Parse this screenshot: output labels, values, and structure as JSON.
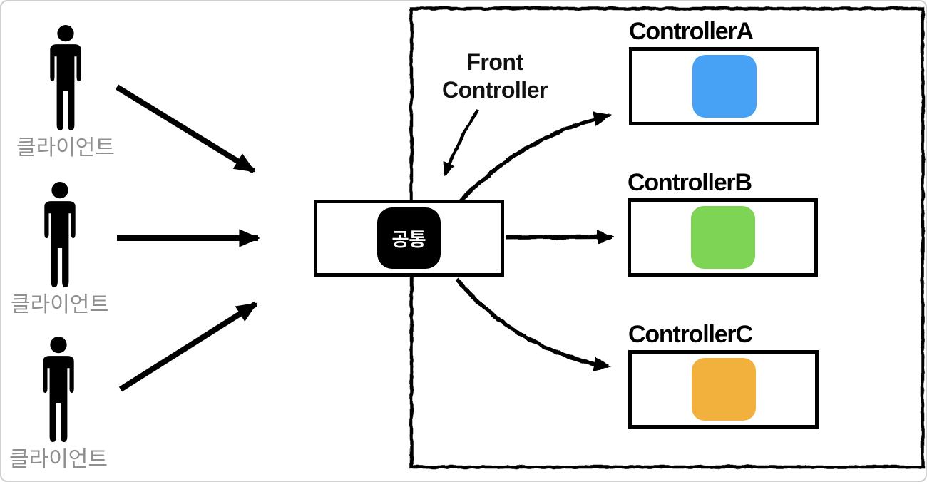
{
  "annotation": {
    "label": "Front\nController"
  },
  "clients": [
    {
      "label": "클라이언트"
    },
    {
      "label": "클라이언트"
    },
    {
      "label": "클라이언트"
    }
  ],
  "dispatcher": {
    "label": "공통"
  },
  "controllers": [
    {
      "title": "ControllerA",
      "color": "#47A1F4"
    },
    {
      "title": "ControllerB",
      "color": "#7ED455"
    },
    {
      "title": "ControllerC",
      "color": "#F2B03C"
    }
  ],
  "icons": {
    "client": "person-icon"
  },
  "colors": {
    "label_gray": "#8f8f8f",
    "outline": "#000000",
    "frame_border": "#cfcfcf"
  }
}
